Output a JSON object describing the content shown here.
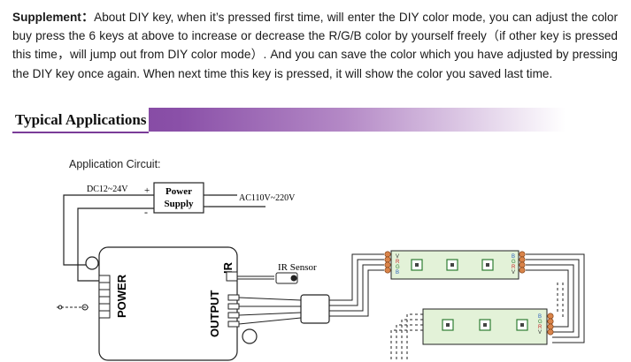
{
  "supplement": {
    "label": "Supplement：",
    "text": "About DIY key, when it’s pressed first time, will enter the DIY color mode, you can adjust the color buy press the 6 keys at above to increase or decrease the R/G/B color by yourself freely（if other key is pressed this time，will jump out from DIY color mode）. And you can save the color which you have adjusted by pressing the DIY key once again. When next time this key is pressed, it will show the color you saved last time."
  },
  "section": {
    "title": "Typical Applications"
  },
  "circuit": {
    "caption": "Application Circuit:",
    "dc_label": "DC12~24V",
    "plus": "+",
    "minus": "-",
    "power_supply_line1": "Power",
    "power_supply_line2": "Supply",
    "ac_label": "AC110V~220V",
    "ir_sensor_label": "IR Sensor",
    "power_label": "POWER",
    "output_label": "OUTPUT",
    "ir_label": "IR",
    "strip_pins": [
      "B",
      "G",
      "R",
      "V"
    ]
  },
  "colors": {
    "banner_start": "#7a3c98",
    "strip_green": "#e3f2d8",
    "strip_led_border": "#2e7d32",
    "pin_orange": "#d9844a"
  }
}
